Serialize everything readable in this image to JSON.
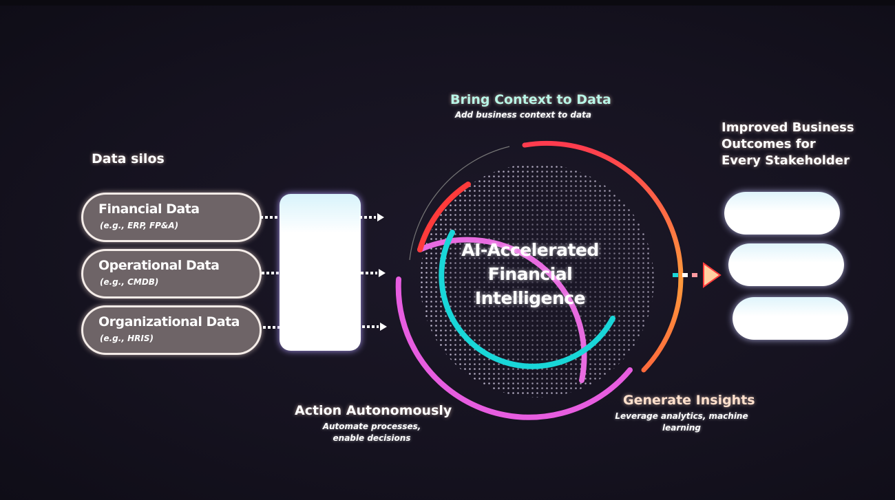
{
  "silos_heading": "Data silos",
  "silos": [
    {
      "name": "Financial Data",
      "example": "(e.g., ERP, FP&A)"
    },
    {
      "name": "Operational Data",
      "example": "(e.g., CMDB)"
    },
    {
      "name": "Organizational Data",
      "example": "(e.g., HRIS)"
    }
  ],
  "context": {
    "title": "Bring Context to Data",
    "subtitle": "Add business context to data"
  },
  "center": {
    "line1": "AI-Accelerated",
    "line2": "Financial",
    "line3": "Intelligence"
  },
  "action": {
    "title": "Action Autonomously",
    "subtitle_1": "Automate processes,",
    "subtitle_2": "enable decisions"
  },
  "insights": {
    "title": "Generate Insights",
    "subtitle_1": "Leverage analytics, machine",
    "subtitle_2": "learning"
  },
  "outcomes": {
    "line1": "Improved Business",
    "line2": "Outcomes for",
    "line3": "Every Stakeholder"
  },
  "colors": {
    "context_title": "#a8f0e0",
    "insights_title": "#ffd9c0",
    "cyan": "#19d6d8",
    "magenta": "#e75de0",
    "red": "#ff3b3b",
    "orange": "#ff9a3c"
  }
}
